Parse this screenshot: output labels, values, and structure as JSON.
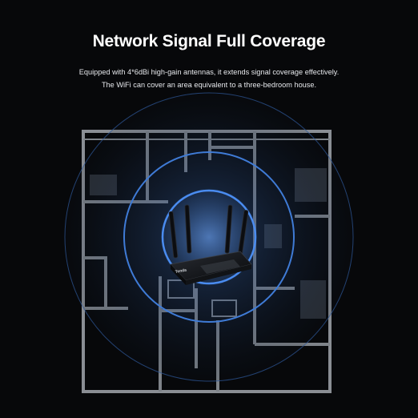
{
  "headline": "Network Signal Full Coverage",
  "description": {
    "line1": "Equipped with 4*6dBi high-gain antennas, it extends signal coverage effectively.",
    "line2": "The WiFi can cover an area equivalent to a three-bedroom house."
  },
  "router": {
    "brand_text": "Tenda"
  },
  "colors": {
    "background": "#07080a",
    "wall": "#8a8e94",
    "signal_ring": "#3f7bd6",
    "signal_glow": "#2c4f86",
    "router_body": "#1a1c21"
  },
  "icons": [
    "wifi-router-icon",
    "antenna-icon",
    "floor-plan"
  ]
}
